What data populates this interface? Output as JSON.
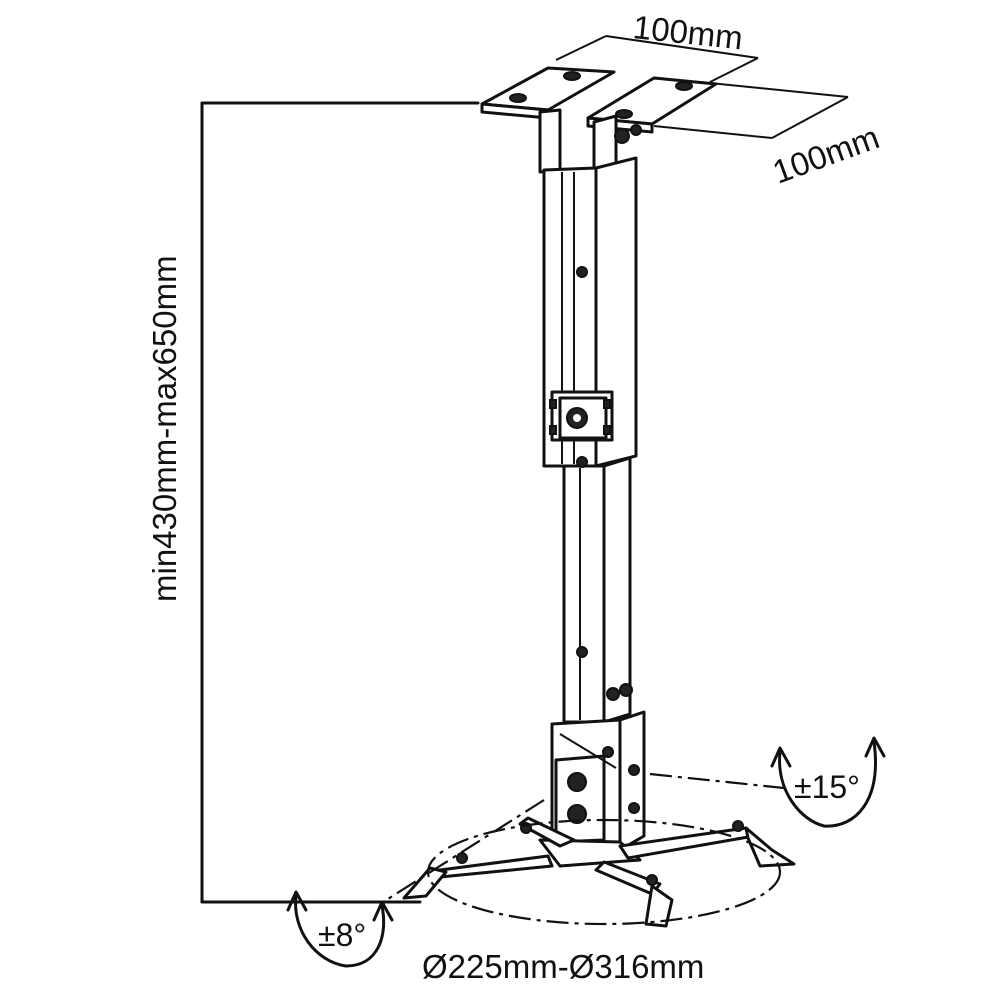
{
  "diagram": {
    "dimensions": {
      "plate_width": "100mm",
      "plate_depth": "100mm",
      "height_range": "min430mm-max650mm",
      "base_diameter": "Ø225mm-Ø316mm"
    },
    "angles": {
      "swivel": "±15°",
      "tilt": "±8°"
    },
    "colors": {
      "line": "#111111",
      "background": "#ffffff"
    }
  }
}
